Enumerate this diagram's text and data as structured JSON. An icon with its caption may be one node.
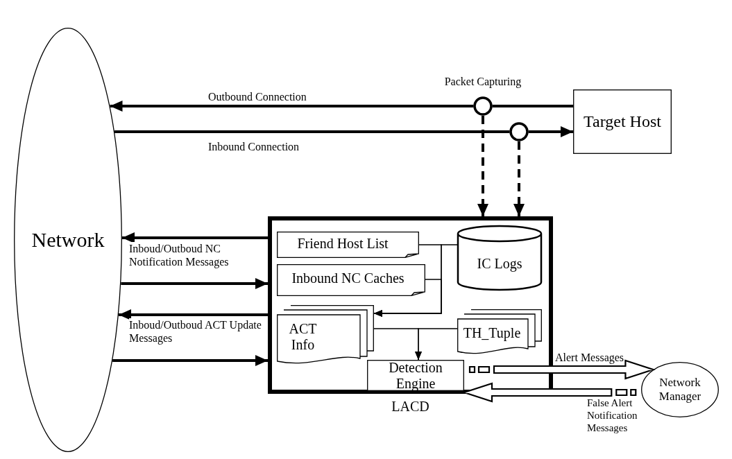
{
  "diagram": {
    "nodes": [
      {
        "text": [
          "Network"
        ]
      },
      {
        "text": [
          "Target Host"
        ]
      },
      {
        "text": [],
        "shape": "circle",
        "beside": [
          "Packet Capturing"
        ]
      },
      {
        "text": [],
        "shape": "circle"
      },
      {
        "text": [
          "LACD"
        ]
      },
      {
        "text": [
          "Friend Host List"
        ],
        "in": 4
      },
      {
        "text": [
          "Inbound NC Caches"
        ],
        "in": 4
      },
      {
        "text": [
          "IC Logs"
        ],
        "in": 4
      },
      {
        "text": [
          "ACT Info"
        ],
        "in": 4
      },
      {
        "text": [
          "TH_Tuple"
        ],
        "in": 4
      },
      {
        "text": [
          "Detection Engine"
        ],
        "in": 4
      },
      {
        "text": [
          "Network Manager"
        ]
      }
    ],
    "edges": [
      {
        "from": 1,
        "to": 2,
        "arrow": "none"
      },
      {
        "from": 2,
        "to": 0,
        "arrow": "to",
        "label": "Outbound Connection"
      },
      {
        "from": 0,
        "to": 3,
        "arrow": "none",
        "label": "Inbound Connection"
      },
      {
        "from": 3,
        "to": 1,
        "arrow": "to"
      },
      {
        "from": 2,
        "to": 4,
        "arrow": "to",
        "style": "dashed"
      },
      {
        "from": 3,
        "to": 4,
        "arrow": "to",
        "style": "dashed"
      },
      {
        "from": 4,
        "to": 0,
        "arrow": "to",
        "label": "Inboud/Outboud NC Notification Messages"
      },
      {
        "from": 0,
        "to": 4,
        "arrow": "to"
      },
      {
        "from": 4,
        "to": 0,
        "arrow": "to",
        "label": "Inboud/Outboud ACT Update Messages"
      },
      {
        "from": 0,
        "to": 4,
        "arrow": "to"
      },
      {
        "from": 5,
        "to": 8,
        "arrow": "to"
      },
      {
        "from": 6,
        "to": 8,
        "arrow": "to"
      },
      {
        "from": 7,
        "to": 8,
        "arrow": "to"
      },
      {
        "from": 8,
        "to": 10,
        "arrow": "to"
      },
      {
        "from": 9,
        "to": 10,
        "arrow": "to"
      },
      {
        "from": 10,
        "to": 11,
        "arrow": "to",
        "label": "Alert Messages"
      },
      {
        "from": 11,
        "to": 10,
        "arrow": "to",
        "label": "False Alert Notification Messages"
      }
    ]
  }
}
